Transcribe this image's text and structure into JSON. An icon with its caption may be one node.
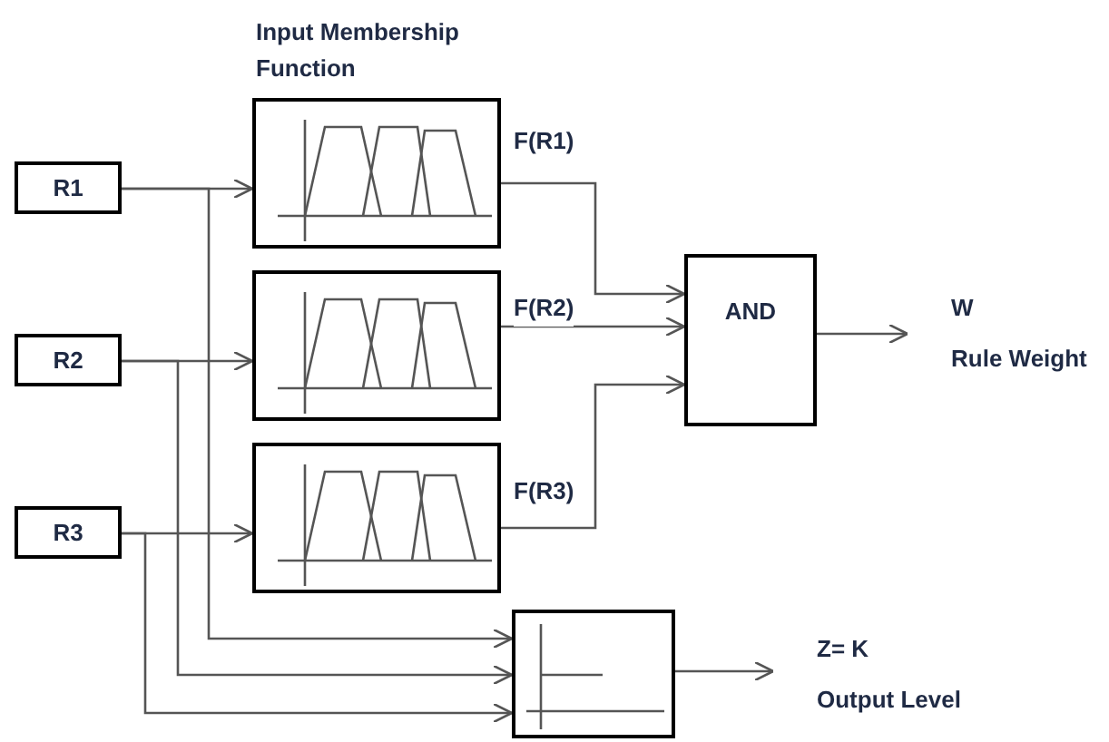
{
  "diagram": {
    "nodes": [
      {
        "text": [
          "R1"
        ]
      },
      {
        "text": [
          "R2"
        ]
      },
      {
        "text": [
          "R3"
        ]
      },
      {
        "text": [],
        "shape": "picture"
      },
      {
        "text": [],
        "shape": "picture"
      },
      {
        "text": [],
        "shape": "picture"
      },
      {
        "text": [
          "AND"
        ]
      },
      {
        "text": [],
        "shape": "picture"
      },
      {
        "text": [
          "W",
          "Rule Weight"
        ]
      },
      {
        "text": [
          "Z= K",
          "Output Level"
        ]
      }
    ],
    "edges": [
      {
        "from": 0,
        "to": 3,
        "arrow": "to"
      },
      {
        "from": 1,
        "to": 4,
        "arrow": "to"
      },
      {
        "from": 2,
        "to": 5,
        "arrow": "to"
      },
      {
        "from": 3,
        "to": 6,
        "arrow": "to",
        "label": "F(R1)"
      },
      {
        "from": 4,
        "to": 6,
        "arrow": "to",
        "label": "F(R2)"
      },
      {
        "from": 5,
        "to": 6,
        "arrow": "to",
        "label": "F(R3)"
      },
      {
        "from": 6,
        "to": 8,
        "arrow": "to"
      },
      {
        "from": 0,
        "to": 7,
        "arrow": "to"
      },
      {
        "from": 1,
        "to": 7,
        "arrow": "to"
      },
      {
        "from": 2,
        "to": 7,
        "arrow": "to"
      },
      {
        "from": 7,
        "to": 9,
        "arrow": "to"
      }
    ],
    "labels": [
      "Input Membership Function"
    ]
  }
}
